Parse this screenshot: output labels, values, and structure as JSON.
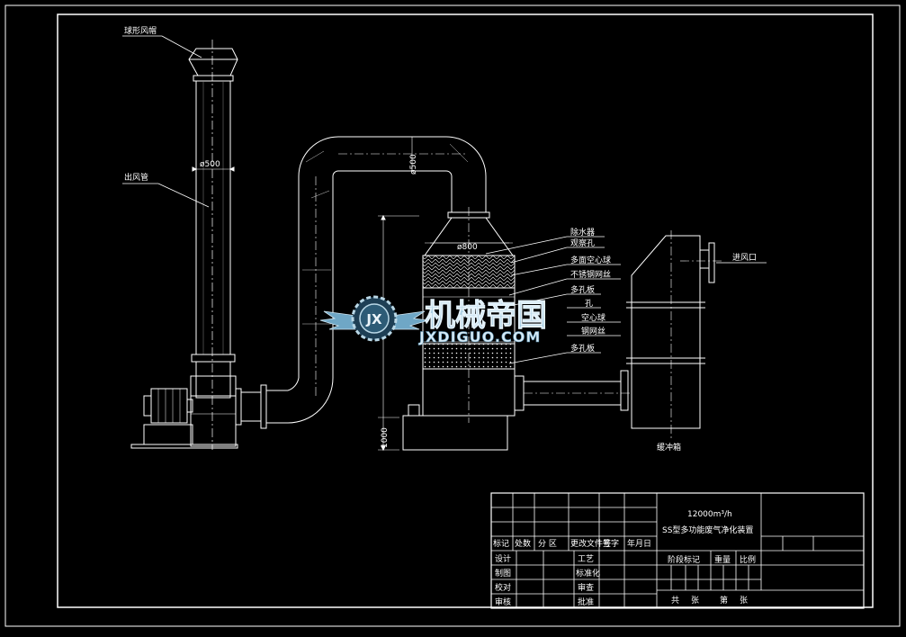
{
  "labels": {
    "spherical_cap": "球形风帽",
    "exhaust_pipe": "出风管",
    "dia_pipe": "ø500",
    "dia_top": "ø500",
    "dia_tower": "ø800",
    "dim_height": "1000",
    "demister": "除水器",
    "sight_hole": "观察孔",
    "hollow_ball_1": "多面空心球",
    "ss_mesh_1": "不锈钢网丝",
    "perforated_1": "多孔板",
    "hole_2": "孔",
    "hollow_ball_2": "空心球",
    "ss_mesh_2": "钢网丝",
    "perforated_2": "多孔板",
    "inlet": "进风口",
    "buffer_box": "缓冲箱"
  },
  "watermark": {
    "cn": "机械帝国",
    "en": "JXDIGUO.COM",
    "badge": "JX"
  },
  "title_block": {
    "flow": "12000m³/h",
    "name": "SS型多功能废气净化装置",
    "header": [
      "标记",
      "处数",
      "分 区",
      "更改文件号",
      "签字",
      "年月日"
    ],
    "rows_left": [
      "设计",
      "制图",
      "校对",
      "审核"
    ],
    "rows_mid": [
      "工艺",
      "标准化",
      "审查",
      "批准"
    ],
    "stage": "阶段标记",
    "weight": "重量",
    "scale": "比例",
    "total": "共",
    "sheets": "张",
    "sheet_no": "第",
    "sheet": "张"
  }
}
